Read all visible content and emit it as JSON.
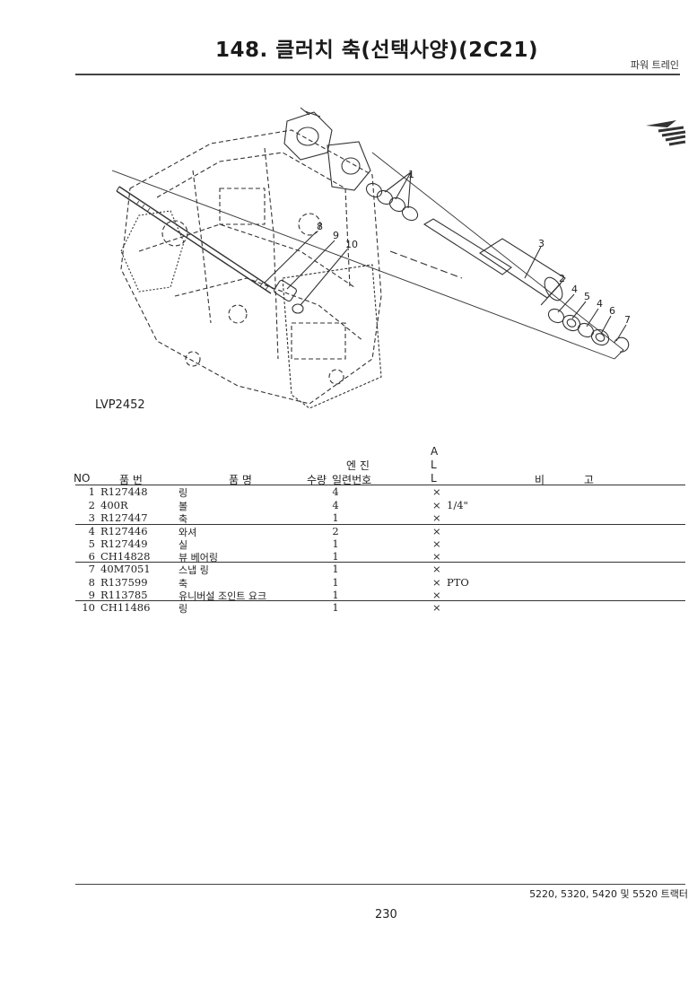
{
  "header": {
    "title": "148. 클러치 축(선택사양)(2C21)",
    "section": "파워 트레인"
  },
  "figure": {
    "label": "LVP2452",
    "callouts": [
      "1",
      "2",
      "3",
      "4",
      "5",
      "4",
      "6",
      "7",
      "8",
      "9",
      "10"
    ]
  },
  "table": {
    "headers": {
      "no": "NO",
      "part_no": "품 번",
      "part_name": "품 명",
      "qty": "수량",
      "engine_top": "엔 진",
      "engine_bottom": "일련번호",
      "all_a": "A",
      "all_l1": "L",
      "all_l2": "L",
      "remarks": "비 고"
    },
    "rows": [
      {
        "no": "1",
        "part_no": "R127448",
        "name": "링",
        "qty": "4",
        "all": "×",
        "remark": ""
      },
      {
        "no": "2",
        "part_no": "400R",
        "name": "볼",
        "qty": "4",
        "all": "×",
        "remark": "1/4\""
      },
      {
        "no": "3",
        "part_no": "R127447",
        "name": "축",
        "qty": "1",
        "all": "×",
        "remark": ""
      },
      {
        "no": "4",
        "part_no": "R127446",
        "name": "와셔",
        "qty": "2",
        "all": "×",
        "remark": ""
      },
      {
        "no": "5",
        "part_no": "R127449",
        "name": "실",
        "qty": "1",
        "all": "×",
        "remark": ""
      },
      {
        "no": "6",
        "part_no": "CH14828",
        "name": "뷰 베어링",
        "qty": "1",
        "all": "×",
        "remark": ""
      },
      {
        "no": "7",
        "part_no": "40M7051",
        "name": "스냅 링",
        "qty": "1",
        "all": "×",
        "remark": ""
      },
      {
        "no": "8",
        "part_no": "R137599",
        "name": "축",
        "qty": "1",
        "all": "×",
        "remark": "PTO"
      },
      {
        "no": "9",
        "part_no": "R113785",
        "name": "유니버설 조인트 요크",
        "qty": "1",
        "all": "×",
        "remark": ""
      },
      {
        "no": "10",
        "part_no": "CH11486",
        "name": "링",
        "qty": "1",
        "all": "×",
        "remark": ""
      }
    ]
  },
  "footer": {
    "models": "5220, 5320, 5420 및 5520 트랙터",
    "page_number": "230"
  }
}
